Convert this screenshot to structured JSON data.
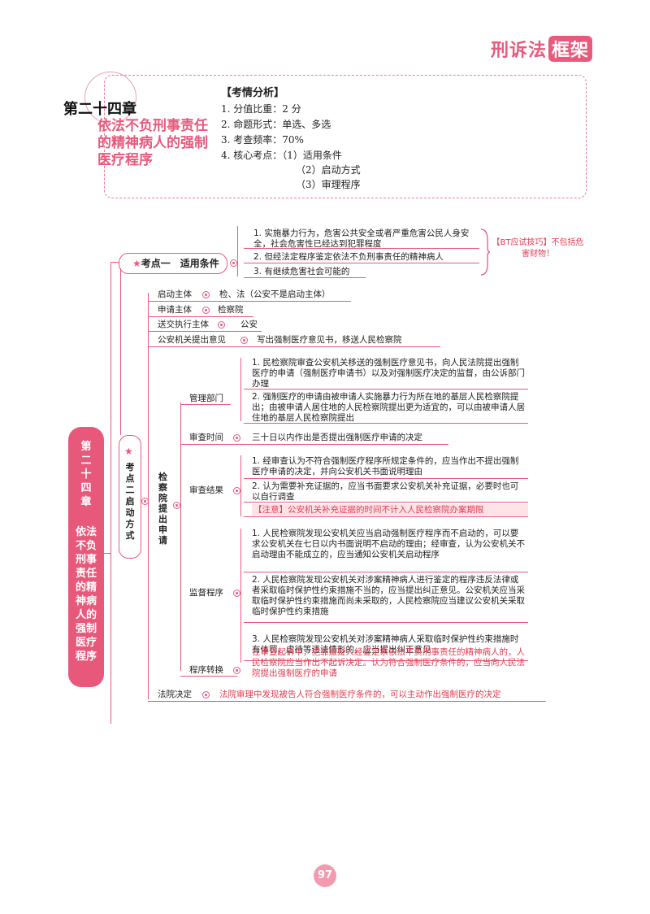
{
  "brand": {
    "text": "刑诉法",
    "box": "框架"
  },
  "chapter": {
    "number": "第二十四章",
    "title": "依法不负刑事责任的精神病人的强制医疗程序"
  },
  "analysis": {
    "title": "【考情分析】",
    "lines": [
      "1. 分值比重：2 分",
      "2. 命题形式：单选、多选",
      "3. 考查频率：70%",
      "4. 核心考点：（1）适用条件",
      "（2）启动方式",
      "（3）审理程序"
    ]
  },
  "kp1": {
    "label": "考点一　适用条件",
    "items": [
      "1. 实施暴力行为，危害公共安全或者严重危害公民人身安全，社会危害性已经达到犯罪程度",
      "2. 但经法定程序鉴定依法不负刑事责任的精神病人",
      "3. 有继续危害社会可能的"
    ],
    "tip": "【BT应试技巧】不包括危害财物！"
  },
  "kp2": {
    "label": "考点二　启动方式",
    "chapter_pill": {
      "num": "第二十四章",
      "title": "依法不负刑事责任的精神病人的强制医疗程序"
    },
    "rows": [
      {
        "k": "启动主体",
        "v": "检、法（公安不是启动主体）"
      },
      {
        "k": "申请主体",
        "v": "检察院"
      },
      {
        "k": "送交执行主体",
        "v": "公安"
      },
      {
        "k": "公安机关提出意见",
        "v": "写出强制医疗意见书，移送人民检察院"
      }
    ],
    "procuratorate": "检察院提出申请",
    "manage_dept": {
      "k": "管理部门",
      "items": [
        "1. 民检察院审查公安机关移送的强制医疗意见书，向人民法院提出强制医疗的申请（强制医疗申请书）以及对强制医疗决定的监督，由公诉部门办理",
        "2.  强制医疗的申请由被申请人实施暴力行为所在地的基层人民检察院提出；由被申请人居住地的人民检察院提出更为适宜的，可以由被申请人居住地的基层人民检察院提出"
      ]
    },
    "review_time": {
      "k": "审查时间",
      "v": "三十日以内作出是否提出强制医疗申请的决定"
    },
    "review_result": {
      "k": "审查结果",
      "items": [
        "1. 经审查认为不符合强制医疗程序所规定条件的，应当作出不提出强制医疗申请的决定，并向公安机关书面说明理由",
        "2. 认为需要补充证据的，应当书面要求公安机关补充证据，必要时也可以自行调查"
      ],
      "note": "【注意】公安机关补充证据的时间不计入人民检察院办案期限"
    },
    "supervise": {
      "k": "监督程序",
      "items": [
        "1. 人民检察院发现公安机关应当启动强制医疗程序而不启动的，可以要求公安机关在七日以内书面说明不启动的理由；经审查，认为公安机关不启动理由不能成立的，应当通知公安机关启动程序",
        "2. 人民检察院发现公安机关对涉案精神病人进行鉴定的程序违反法律或者采取临时保护性约束措施不当的，应当提出纠正意见。公安机关应当采取临时保护性约束措施而尚未采取的，人民检察院应当建议公安机关采取临时保护性约束措施",
        "3. 人民检察院发现公安机关对涉案精神病人采取临时保护性约束措施时有体罚、虐待等违法情形的，应当提出纠正意见"
      ]
    },
    "transfer": {
      "k": "程序转换",
      "v": "在审查起诉中，犯罪嫌疑人经鉴定系依法不负刑事责任的精神病人的，人民检察院应当作出不起诉决定。认为符合强制医疗条件的，应当向人民法院提出强制医疗的申请"
    },
    "court": {
      "k": "法院决定",
      "v": "法院审理中发现被告人符合强制医疗条件的，可以主动作出强制医疗的决定"
    }
  },
  "page_number": "97",
  "colors": {
    "accent": "#e85a7c",
    "red_text": "#e23c50"
  }
}
